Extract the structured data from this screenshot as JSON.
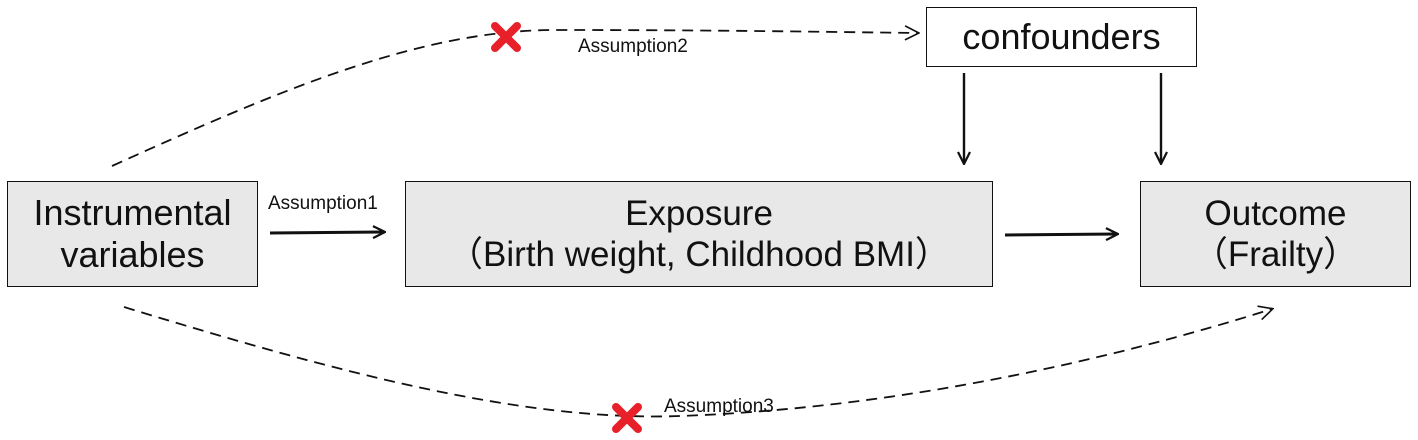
{
  "nodes": {
    "instrumental": {
      "line1": "Instrumental",
      "line2": "variables"
    },
    "exposure": {
      "line1": "Exposure",
      "line2": "（Birth weight, Childhood BMI）"
    },
    "outcome": {
      "line1": "Outcome",
      "line2": "（Frailty）"
    },
    "confounders": {
      "label": "confounders"
    }
  },
  "edges": {
    "assumption1": "Assumption1",
    "assumption2": "Assumption2",
    "assumption3": "Assumption3"
  },
  "colors": {
    "box_fill": "#e8e8e8",
    "line": "#111111",
    "violation_mark": "#e8202a"
  },
  "icons": {
    "violation": "red-cross-icon"
  }
}
